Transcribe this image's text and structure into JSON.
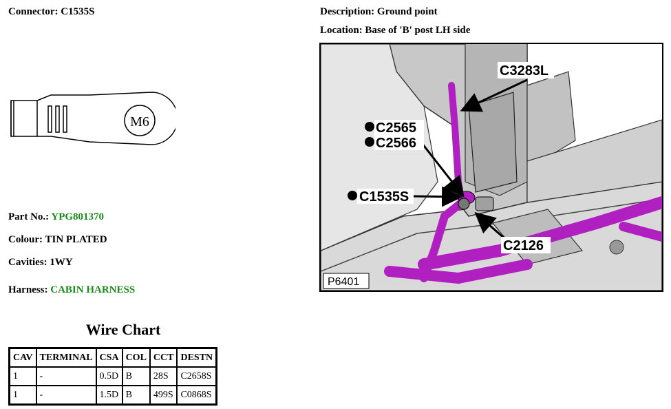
{
  "connector": {
    "label": "Connector:",
    "value": "C1535S"
  },
  "description": {
    "label": "Description:",
    "value": "Ground point"
  },
  "location": {
    "label": "Location:",
    "value": "Base of 'B' post LH side"
  },
  "terminal": {
    "size_text": "M6"
  },
  "part_no": {
    "label": "Part No.:",
    "value": "YPG801370"
  },
  "colour": {
    "label": "Colour:",
    "value": "TIN PLATED"
  },
  "cavities": {
    "label": "Cavities:",
    "value": "1WY"
  },
  "harness": {
    "label": "Harness:",
    "value": "CABIN HARNESS"
  },
  "colors": {
    "link_green": "#1a8a1a",
    "harness_magenta": "#b020c0"
  },
  "wire_chart": {
    "title": "Wire Chart",
    "headers": [
      "CAV",
      "TERMINAL",
      "CSA",
      "COL",
      "CCT",
      "DESTN"
    ],
    "rows": [
      [
        "1",
        "-",
        "0.5D",
        "B",
        "28S",
        "C2658S"
      ],
      [
        "1",
        "-",
        "1.5D",
        "B",
        "499S",
        "C0868S"
      ]
    ]
  },
  "photo": {
    "figure_ref": "P6401",
    "callouts": {
      "c3283l": "C3283L",
      "c2565": "C2565",
      "c2566": "C2566",
      "c1535s": "C1535S",
      "c2126": "C2126"
    }
  }
}
